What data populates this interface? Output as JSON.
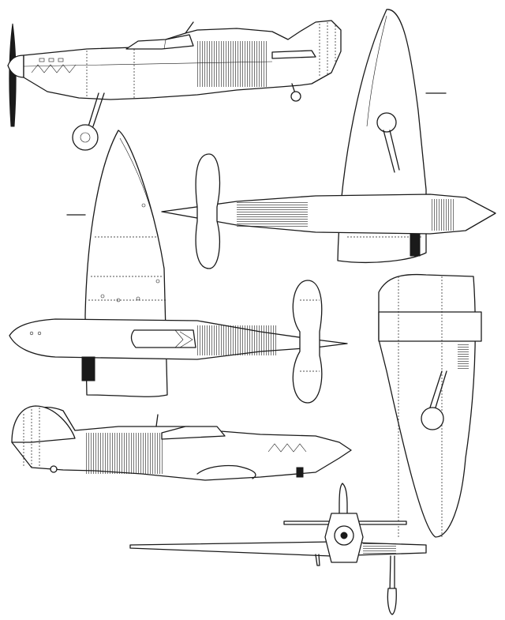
{
  "drawing": {
    "colors": {
      "line": "#1a1a1a",
      "paper": "#ffffff"
    },
    "views": [
      "side-view-top",
      "top-plan-view",
      "front-view",
      "underside-view",
      "side-view-bottom"
    ]
  }
}
